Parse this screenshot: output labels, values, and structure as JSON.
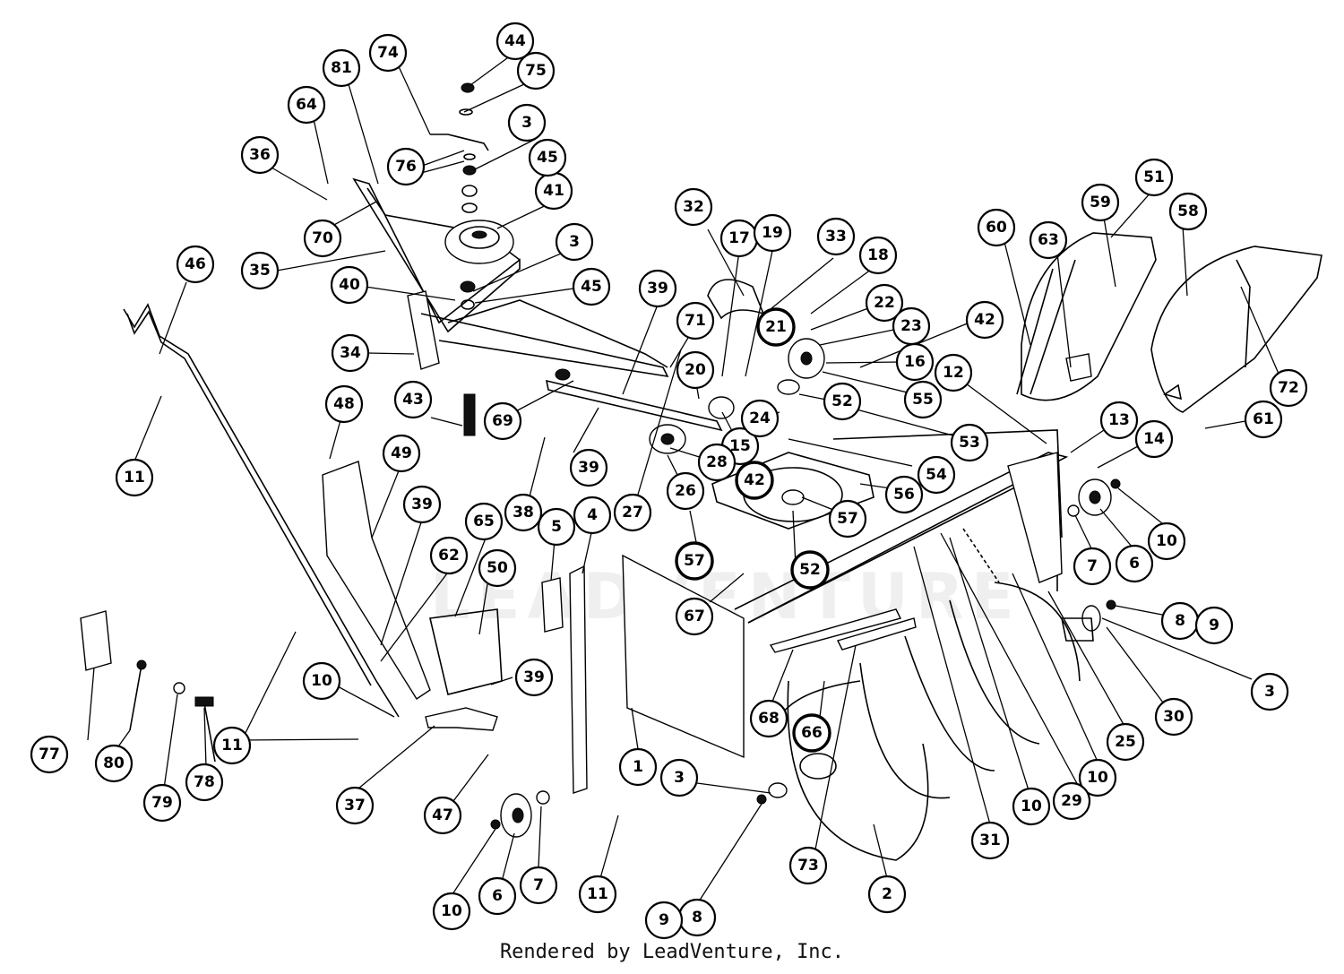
{
  "footer_text": "Rendered by LeadVenture, Inc.",
  "watermark_text": "LEADVENTURE",
  "callouts": [
    {
      "id": "c1",
      "label": "1"
    },
    {
      "id": "c2",
      "label": "2"
    },
    {
      "id": "c3a",
      "label": "3"
    },
    {
      "id": "c3b",
      "label": "3"
    },
    {
      "id": "c3c",
      "label": "3"
    },
    {
      "id": "c3d",
      "label": "3"
    },
    {
      "id": "c4",
      "label": "4"
    },
    {
      "id": "c5",
      "label": "5"
    },
    {
      "id": "c6a",
      "label": "6"
    },
    {
      "id": "c6b",
      "label": "6"
    },
    {
      "id": "c7a",
      "label": "7"
    },
    {
      "id": "c7b",
      "label": "7"
    },
    {
      "id": "c8a",
      "label": "8"
    },
    {
      "id": "c8b",
      "label": "8"
    },
    {
      "id": "c9a",
      "label": "9"
    },
    {
      "id": "c9b",
      "label": "9"
    },
    {
      "id": "c10a",
      "label": "10"
    },
    {
      "id": "c10b",
      "label": "10"
    },
    {
      "id": "c10c",
      "label": "10"
    },
    {
      "id": "c10d",
      "label": "10"
    },
    {
      "id": "c10e",
      "label": "10"
    },
    {
      "id": "c11a",
      "label": "11"
    },
    {
      "id": "c11b",
      "label": "11"
    },
    {
      "id": "c11c",
      "label": "11"
    },
    {
      "id": "c12",
      "label": "12"
    },
    {
      "id": "c13",
      "label": "13"
    },
    {
      "id": "c14",
      "label": "14"
    },
    {
      "id": "c15",
      "label": "15"
    },
    {
      "id": "c16",
      "label": "16"
    },
    {
      "id": "c17",
      "label": "17"
    },
    {
      "id": "c18",
      "label": "18"
    },
    {
      "id": "c19",
      "label": "19"
    },
    {
      "id": "c20",
      "label": "20"
    },
    {
      "id": "c21",
      "label": "21"
    },
    {
      "id": "c22",
      "label": "22"
    },
    {
      "id": "c23",
      "label": "23"
    },
    {
      "id": "c24",
      "label": "24"
    },
    {
      "id": "c25",
      "label": "25"
    },
    {
      "id": "c26",
      "label": "26"
    },
    {
      "id": "c27",
      "label": "27"
    },
    {
      "id": "c28",
      "label": "28"
    },
    {
      "id": "c29",
      "label": "29"
    },
    {
      "id": "c30",
      "label": "30"
    },
    {
      "id": "c31",
      "label": "31"
    },
    {
      "id": "c32",
      "label": "32"
    },
    {
      "id": "c33",
      "label": "33"
    },
    {
      "id": "c34",
      "label": "34"
    },
    {
      "id": "c35",
      "label": "35"
    },
    {
      "id": "c36",
      "label": "36"
    },
    {
      "id": "c37",
      "label": "37"
    },
    {
      "id": "c38",
      "label": "38"
    },
    {
      "id": "c39a",
      "label": "39"
    },
    {
      "id": "c39b",
      "label": "39"
    },
    {
      "id": "c39c",
      "label": "39"
    },
    {
      "id": "c39d",
      "label": "39"
    },
    {
      "id": "c40",
      "label": "40"
    },
    {
      "id": "c41",
      "label": "41"
    },
    {
      "id": "c42a",
      "label": "42"
    },
    {
      "id": "c42b",
      "label": "42"
    },
    {
      "id": "c43",
      "label": "43"
    },
    {
      "id": "c44",
      "label": "44"
    },
    {
      "id": "c45a",
      "label": "45"
    },
    {
      "id": "c45b",
      "label": "45"
    },
    {
      "id": "c46",
      "label": "46"
    },
    {
      "id": "c47",
      "label": "47"
    },
    {
      "id": "c48",
      "label": "48"
    },
    {
      "id": "c49",
      "label": "49"
    },
    {
      "id": "c50",
      "label": "50"
    },
    {
      "id": "c51",
      "label": "51"
    },
    {
      "id": "c52a",
      "label": "52"
    },
    {
      "id": "c52b",
      "label": "52"
    },
    {
      "id": "c53",
      "label": "53"
    },
    {
      "id": "c54",
      "label": "54"
    },
    {
      "id": "c55",
      "label": "55"
    },
    {
      "id": "c56",
      "label": "56"
    },
    {
      "id": "c57a",
      "label": "57"
    },
    {
      "id": "c57b",
      "label": "57"
    },
    {
      "id": "c58",
      "label": "58"
    },
    {
      "id": "c59",
      "label": "59"
    },
    {
      "id": "c60",
      "label": "60"
    },
    {
      "id": "c61",
      "label": "61"
    },
    {
      "id": "c62",
      "label": "62"
    },
    {
      "id": "c63",
      "label": "63"
    },
    {
      "id": "c64",
      "label": "64"
    },
    {
      "id": "c65",
      "label": "65"
    },
    {
      "id": "c66",
      "label": "66"
    },
    {
      "id": "c67",
      "label": "67"
    },
    {
      "id": "c68",
      "label": "68"
    },
    {
      "id": "c69",
      "label": "69"
    },
    {
      "id": "c70",
      "label": "70"
    },
    {
      "id": "c71",
      "label": "71"
    },
    {
      "id": "c72",
      "label": "72"
    },
    {
      "id": "c73",
      "label": "73"
    },
    {
      "id": "c74",
      "label": "74"
    },
    {
      "id": "c75",
      "label": "75"
    },
    {
      "id": "c76",
      "label": "76"
    },
    {
      "id": "c77",
      "label": "77"
    },
    {
      "id": "c78",
      "label": "78"
    },
    {
      "id": "c79",
      "label": "79"
    },
    {
      "id": "c80",
      "label": "80"
    },
    {
      "id": "c81",
      "label": "81"
    }
  ]
}
